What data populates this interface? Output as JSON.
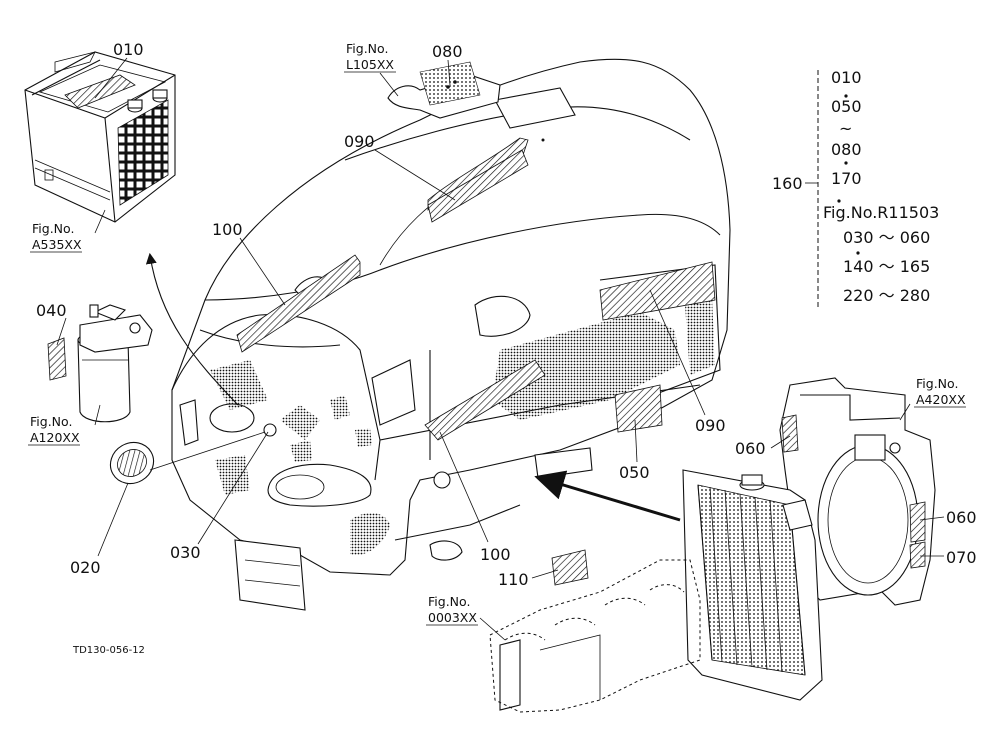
{
  "callouts": {
    "c010": "010",
    "c080": "080",
    "c090_top": "090",
    "c100_top": "100",
    "c040": "040",
    "c020": "020",
    "c030": "030",
    "c100_bottom": "100",
    "c050": "050",
    "c090_right": "090",
    "c060_left": "060",
    "c060_right": "060",
    "c070": "070",
    "c110": "110",
    "c160": "160"
  },
  "figure_refs": {
    "battery": [
      "Fig.No.",
      "A535XX"
    ],
    "decal_top": [
      "Fig.No.",
      "L105XX"
    ],
    "fuel_filter": [
      "Fig.No.",
      "A120XX"
    ],
    "radiator_shroud": [
      "Fig.No.",
      "A420XX"
    ],
    "engine": [
      "Fig.No.",
      "0003XX"
    ]
  },
  "range_list": {
    "items": [
      "010",
      "050",
      "~",
      "080",
      "170",
      "Fig.No.R11503",
      "030 ～ 060",
      "140 ～ 165",
      "220 ～ 280"
    ]
  },
  "drawing_number": "TD130-056-12"
}
